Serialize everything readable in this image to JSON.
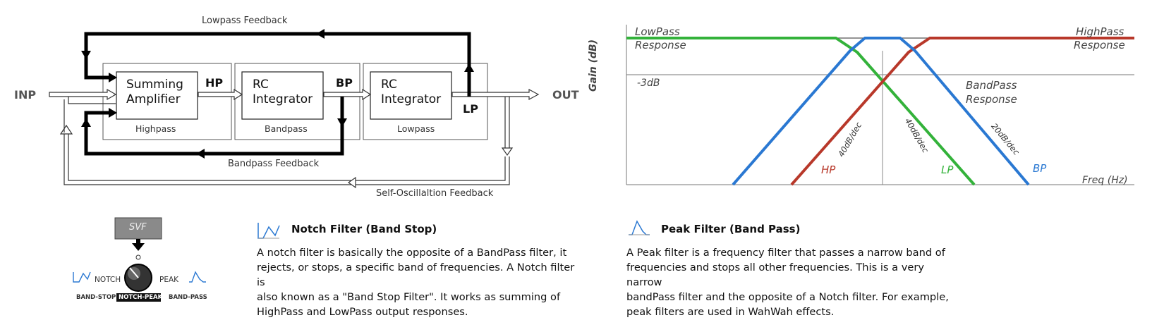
{
  "block_diagram": {
    "input_label": "INP",
    "output_label": "OUT",
    "blocks": [
      {
        "line1": "Summing",
        "line2": "Amplifier",
        "caption": "Highpass",
        "output": "HP"
      },
      {
        "line1": "RC",
        "line2": "Integrator",
        "caption": "Bandpass",
        "output": "BP"
      },
      {
        "line1": "RC",
        "line2": "Integrator",
        "caption": "Lowpass",
        "output": "LP"
      }
    ],
    "feedback_labels": {
      "lowpass": "Lowpass Feedback",
      "bandpass": "Bandpass Feedback",
      "self_oscillation": "Self-Oscillaltion Feedback"
    }
  },
  "response_chart": {
    "y_axis_label": "Gain (dB)",
    "x_axis_label": "Freq (Hz)",
    "reference_label": "-3dB",
    "lowpass_label": [
      "LowPass",
      "Response"
    ],
    "highpass_label": [
      "HighPass",
      "Response"
    ],
    "bandpass_label": [
      "BandPass",
      "Response"
    ],
    "slopes": {
      "hp": "40dB/dec",
      "lp": "40dB/dec",
      "bp": "20dB/dec"
    },
    "curve_tags": {
      "hp": "HP",
      "lp": "LP",
      "bp": "BP"
    },
    "colors": {
      "lp": "#33b23a",
      "hp": "#b8382a",
      "bp": "#2a78d2"
    }
  },
  "control": {
    "module_label": "SVF",
    "left_label": "NOTCH",
    "right_label": "PEAK",
    "bottom_left": "BAND-STOP",
    "bottom_center": "NOTCH-PEAK",
    "bottom_right": "BAND-PASS"
  },
  "notch": {
    "icon": "notch-filter-icon",
    "title": "Notch Filter (Band Stop)",
    "lines": [
      "A notch filter is basically the opposite of a BandPass filter, it",
      "rejects, or stops, a specific band of frequencies. A Notch filter is",
      "also known as a \"Band Stop Filter\". It works as summing of",
      "HighPass and LowPass output responses."
    ]
  },
  "peak": {
    "icon": "peak-filter-icon",
    "title": "Peak Filter (Band Pass)",
    "lines": [
      "A Peak filter is a frequency filter that passes a narrow band of",
      "frequencies and stops all other frequencies. This is a very narrow",
      "bandPass filter and the opposite of a Notch filter. For example,",
      "peak filters are used in WahWah effects."
    ]
  }
}
